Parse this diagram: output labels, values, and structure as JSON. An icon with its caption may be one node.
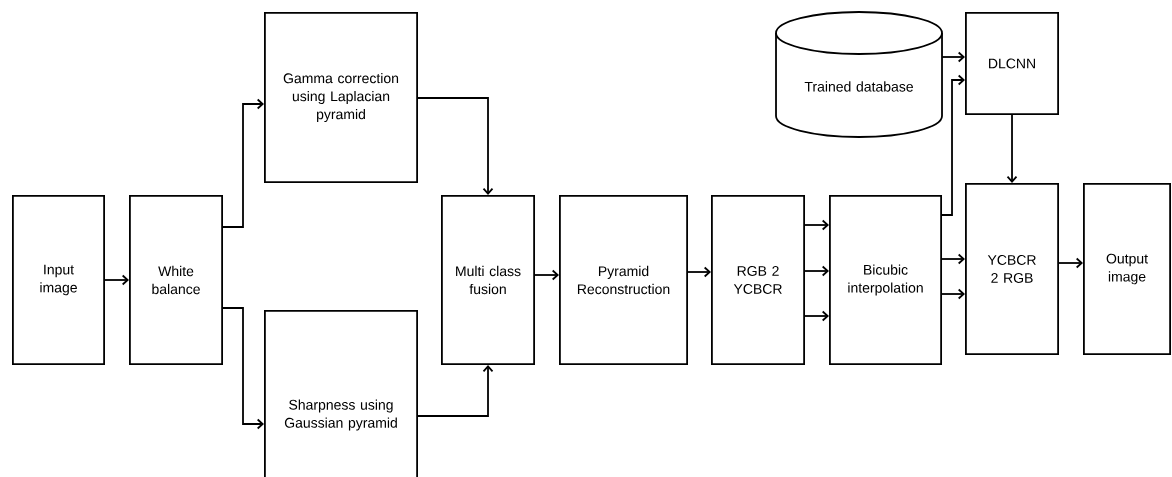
{
  "diagram": {
    "nodes": [
      {
        "text": [
          "Input image"
        ]
      },
      {
        "text": [
          "White balance"
        ]
      },
      {
        "text": [
          "Gamma correction using Laplacian pyramid"
        ]
      },
      {
        "text": [
          "Sharpness using Gaussian pyramid"
        ]
      },
      {
        "text": [
          "Multi class fusion"
        ]
      },
      {
        "text": [
          "Pyramid Reconstruction"
        ]
      },
      {
        "text": [
          "RGB 2 YCBCR"
        ]
      },
      {
        "text": [
          "Bicubic interpolation"
        ]
      },
      {
        "text": [
          "Trained database"
        ]
      },
      {
        "text": [
          "DLCNN"
        ]
      },
      {
        "text": [
          "YCBCR 2 RGB"
        ]
      },
      {
        "text": [
          "Output image"
        ]
      }
    ],
    "edges": [
      {
        "from": 0,
        "to": 1,
        "arrow": "to"
      },
      {
        "from": 1,
        "to": 2,
        "arrow": "to"
      },
      {
        "from": 1,
        "to": 3,
        "arrow": "to"
      },
      {
        "from": 2,
        "to": 4,
        "arrow": "to"
      },
      {
        "from": 3,
        "to": 4,
        "arrow": "to"
      },
      {
        "from": 4,
        "to": 5,
        "arrow": "to"
      },
      {
        "from": 5,
        "to": 6,
        "arrow": "to"
      },
      {
        "from": 6,
        "to": 7,
        "arrow": "to"
      },
      {
        "from": 6,
        "to": 7,
        "arrow": "to"
      },
      {
        "from": 6,
        "to": 7,
        "arrow": "to"
      },
      {
        "from": 7,
        "to": 10,
        "arrow": "to"
      },
      {
        "from": 7,
        "to": 10,
        "arrow": "to"
      },
      {
        "from": 8,
        "to": 9,
        "arrow": "to"
      },
      {
        "from": 7,
        "to": 9,
        "arrow": "to"
      },
      {
        "from": 9,
        "to": 10,
        "arrow": "to"
      },
      {
        "from": 10,
        "to": 11,
        "arrow": "to"
      }
    ]
  }
}
